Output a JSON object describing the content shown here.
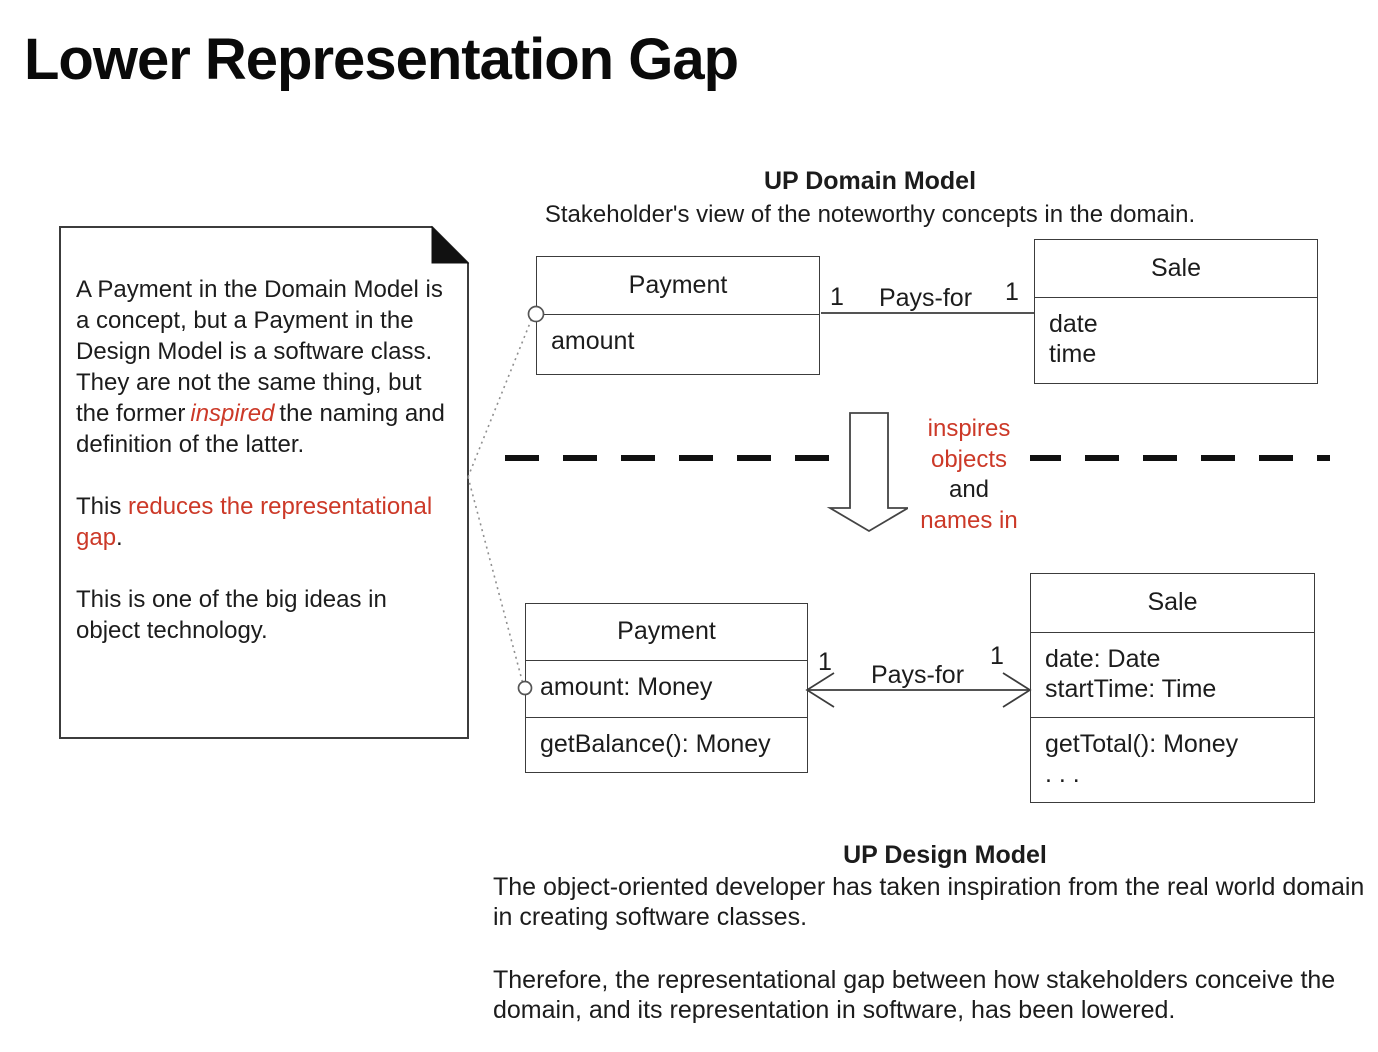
{
  "slide": {
    "title": "Lower Representation Gap"
  },
  "colors": {
    "red": "#cc3928",
    "ink": "#1c1c1c",
    "box_border": "#3c3c3c"
  },
  "domain_model": {
    "heading": "UP Domain Model",
    "subheading": "Stakeholder's view of the noteworthy concepts in the domain.",
    "payment": {
      "name": "Payment",
      "attributes": [
        "amount"
      ]
    },
    "sale": {
      "name": "Sale",
      "attributes": [
        "date",
        "time"
      ]
    },
    "association": {
      "label": "Pays-for",
      "left_mult": "1",
      "right_mult": "1"
    }
  },
  "note": {
    "p1_before": "A Payment in the Domain Model is a concept, but a Payment in the Design Model is a software class. They are not the same thing, but the former",
    "p1_highlight": "inspired",
    "p1_after": "the naming and definition of the latter.",
    "p2_before": "This ",
    "p2_highlight": "reduces the representational gap",
    "p2_after": ".",
    "p3": "This is one of the big ideas in object technology."
  },
  "transition": {
    "line1": "inspires",
    "line2": "objects",
    "line3": "and",
    "line4": "names in"
  },
  "design_model": {
    "heading": "UP Design Model",
    "paragraph1": "The object-oriented developer has taken inspiration from the real world domain in creating software classes.",
    "paragraph2": "Therefore, the representational gap between how stakeholders conceive the domain, and its representation in software, has been lowered.",
    "payment": {
      "name": "Payment",
      "attributes": [
        "amount: Money"
      ],
      "operations": [
        "getBalance(): Money"
      ]
    },
    "sale": {
      "name": "Sale",
      "attributes": [
        "date: Date",
        "startTime: Time"
      ],
      "operations": [
        "getTotal(): Money",
        ". . ."
      ]
    },
    "association": {
      "label": "Pays-for",
      "left_mult": "1",
      "right_mult": "1"
    }
  }
}
